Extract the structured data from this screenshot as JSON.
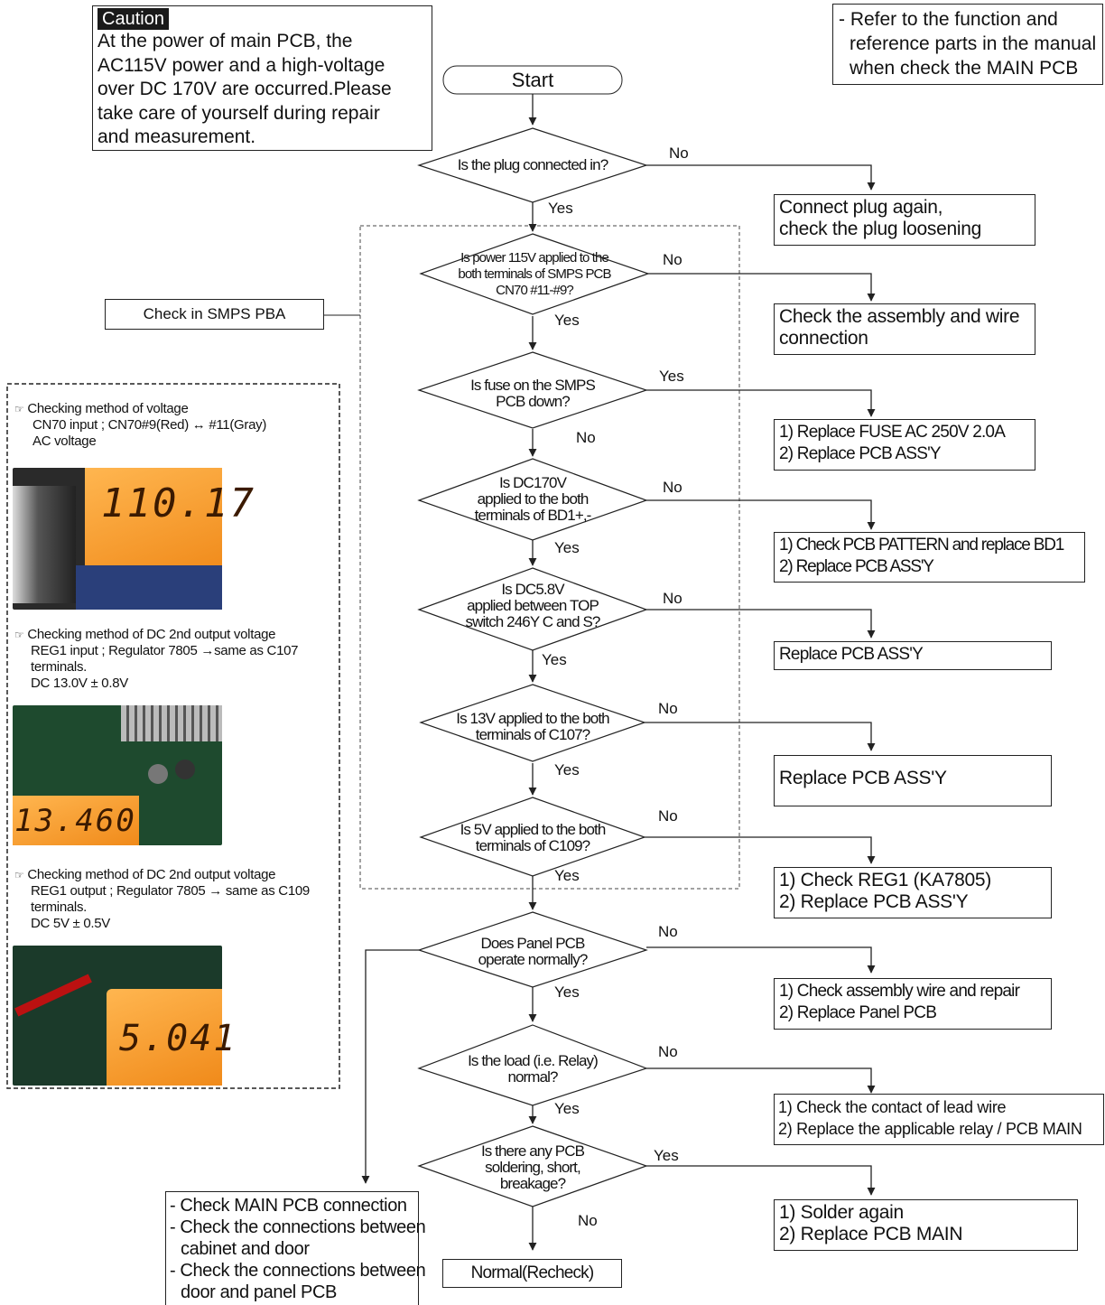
{
  "caution": {
    "title": "Caution",
    "lines": [
      "At the power of main PCB, the",
      "AC115V power and a high-voltage",
      "over DC 170V are occurred.Please",
      "take care of yourself during repair",
      "and measurement."
    ]
  },
  "reference_note": {
    "lines": [
      "- Refer to the function and",
      "reference parts in the manual",
      "when check the MAIN PCB"
    ]
  },
  "start_label": "Start",
  "end_label": "Normal(Recheck)",
  "smps_check_label": "Check in SMPS PBA",
  "decisions": [
    {
      "lines": [
        "Is the plug connected in?"
      ]
    },
    {
      "lines": [
        "Is power 115V applied to the",
        "both terminals of SMPS PCB",
        "CN70 #11-#9?"
      ]
    },
    {
      "lines": [
        "Is fuse on the SMPS",
        "PCB down?"
      ]
    },
    {
      "lines": [
        "Is DC170V",
        "applied to the both",
        "terminals of BD1+,-"
      ]
    },
    {
      "lines": [
        "Is DC5.8V",
        "applied between TOP",
        "switch 246Y C and S?"
      ]
    },
    {
      "lines": [
        "Is 13V applied to the both",
        "terminals of C107?"
      ]
    },
    {
      "lines": [
        "Is 5V applied to the both",
        "terminals of C109?"
      ]
    },
    {
      "lines": [
        "Does Panel PCB",
        "operate normally?"
      ]
    },
    {
      "lines": [
        "Is the load (i.e. Relay)",
        "normal?"
      ]
    },
    {
      "lines": [
        "Is there any PCB",
        "soldering, short,",
        "breakage?"
      ]
    }
  ],
  "branch_labels": {
    "d0_right": "No",
    "d0_down": "Yes",
    "d1_right": "No",
    "d1_down": "Yes",
    "d2_right": "Yes",
    "d2_down": "No",
    "d3_right": "No",
    "d3_down": "Yes",
    "d4_right": "No",
    "d4_down": "Yes",
    "d5_right": "No",
    "d5_down": "Yes",
    "d6_right": "No",
    "d6_down": "Yes",
    "d7_right": "No",
    "d7_down": "Yes",
    "d8_right": "No",
    "d8_down": "Yes",
    "d9_right": "Yes",
    "d9_down": "No"
  },
  "actions": [
    {
      "lines": [
        "Connect plug again,",
        "check the plug loosening"
      ]
    },
    {
      "lines": [
        "Check the assembly and wire",
        "connection"
      ]
    },
    {
      "lines": [
        "1) Replace FUSE AC 250V 2.0A",
        "2) Replace PCB ASS'Y"
      ]
    },
    {
      "lines": [
        "1) Check PCB PATTERN and replace BD1",
        "2) Replace PCB ASS'Y"
      ]
    },
    {
      "lines": [
        "Replace PCB ASS'Y"
      ]
    },
    {
      "lines": [
        "Replace PCB ASS'Y"
      ]
    },
    {
      "lines": [
        "1) Check REG1 (KA7805)",
        "2) Replace PCB ASS'Y"
      ]
    },
    {
      "lines": [
        "1) Check assembly wire and repair",
        "2) Replace Panel PCB"
      ]
    },
    {
      "lines": [
        "1) Check the contact of lead wire",
        "2) Replace the applicable relay / PCB MAIN"
      ]
    },
    {
      "lines": [
        "1) Solder again",
        "2) Replace PCB MAIN"
      ]
    }
  ],
  "panel_check_box": {
    "lines": [
      "- Check MAIN PCB connection",
      "- Check the connections between",
      "cabinet and door",
      "- Check the connections between",
      "door and panel PCB"
    ]
  },
  "side_panel": {
    "pointer_icon": "pointing-hand-icon",
    "sections": [
      {
        "lines": [
          "Checking method of voltage",
          "CN70 input ; CN70#9(Red) ↔ #11(Gray)",
          "AC voltage"
        ],
        "reading": "110.17"
      },
      {
        "lines": [
          "Checking method of DC 2nd output voltage",
          "REG1 input ; Regulator 7805 →same as C107",
          "terminals.",
          "DC 13.0V ± 0.8V"
        ],
        "reading": "13.460"
      },
      {
        "lines": [
          "Checking method of DC 2nd output voltage",
          "REG1 output ; Regulator 7805 →  same as C109",
          "terminals.",
          "DC 5V ± 0.5V"
        ],
        "reading": "5.041"
      }
    ]
  },
  "colors": {
    "line": "#222222",
    "lcd_orange": "#f0a030",
    "board_green": "#1e4a2e"
  }
}
